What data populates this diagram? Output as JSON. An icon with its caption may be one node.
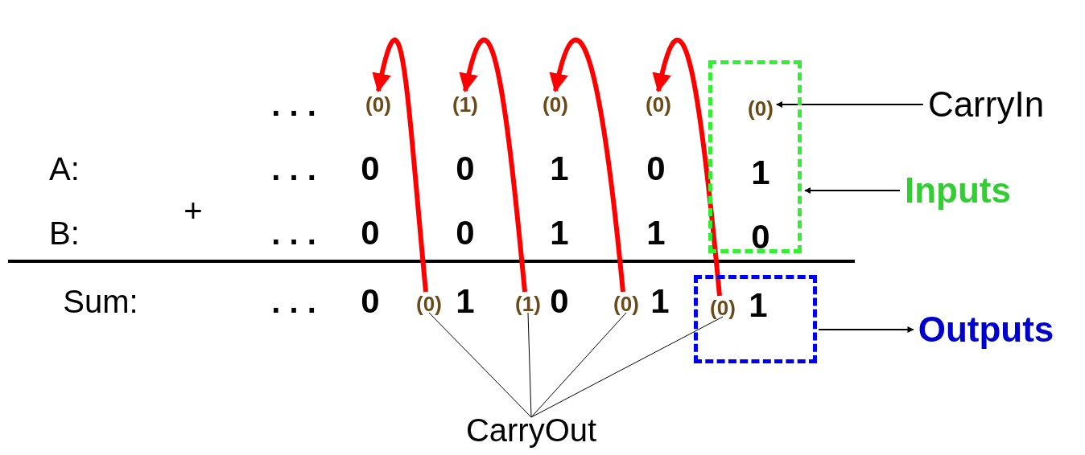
{
  "diagram": {
    "nodes": [
      {
        "text": [
          "(0)"
        ]
      },
      {
        "text": [
          "(1)"
        ]
      },
      {
        "text": [
          "(0)"
        ]
      },
      {
        "text": [
          "(0)"
        ]
      },
      {
        "text": [],
        "shape": "box"
      },
      {
        "text": [
          "(0)"
        ],
        "in": 4
      },
      {
        "text": [
          "CarryIn"
        ]
      },
      {
        "text": [
          "1"
        ],
        "in": 4
      },
      {
        "text": [
          "Inputs"
        ]
      },
      {
        "text": [
          "0"
        ],
        "in": 4
      },
      {
        "text": [
          "(0)"
        ]
      },
      {
        "text": [
          "(1)"
        ]
      },
      {
        "text": [
          "(0)"
        ]
      },
      {
        "text": [],
        "shape": "box"
      },
      {
        "text": [
          "(0)"
        ],
        "in": 13
      },
      {
        "text": [
          "1"
        ],
        "in": 13
      },
      {
        "text": [
          "Outputs"
        ]
      },
      {
        "text": [
          "CarryOut"
        ]
      }
    ],
    "edges": [
      {
        "from": 14,
        "to": 3,
        "arrow": "to",
        "style": "thick",
        "color": "#ff0000"
      },
      {
        "from": 12,
        "to": 2,
        "arrow": "to",
        "style": "thick",
        "color": "#ff0000"
      },
      {
        "from": 11,
        "to": 1,
        "arrow": "to",
        "style": "thick",
        "color": "#ff0000"
      },
      {
        "from": 10,
        "to": 0,
        "arrow": "to",
        "style": "thick",
        "color": "#ff0000"
      },
      {
        "from": 6,
        "to": 5,
        "arrow": "to"
      },
      {
        "from": 8,
        "to": 4,
        "arrow": "to"
      },
      {
        "from": 13,
        "to": 16,
        "arrow": "to"
      },
      {
        "from": 17,
        "to": 10,
        "arrow": "none"
      },
      {
        "from": 17,
        "to": 11,
        "arrow": "none"
      },
      {
        "from": 17,
        "to": 12,
        "arrow": "none"
      },
      {
        "from": 17,
        "to": 14,
        "arrow": "none"
      }
    ],
    "labels": [
      ". . .",
      "A:",
      ". . .",
      "0",
      "0",
      "1",
      "0",
      "B:",
      "+",
      ". . .",
      "0",
      "0",
      "1",
      "1",
      "Sum:",
      ". . .",
      "0",
      "1",
      "0",
      "1"
    ]
  }
}
